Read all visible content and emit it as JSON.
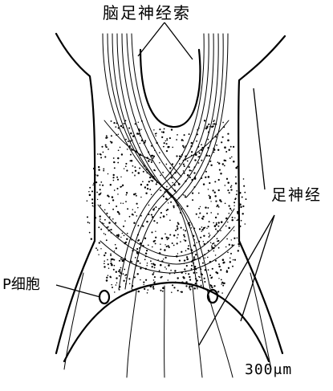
{
  "labels": {
    "cerebropedal_connective": "脑足神经索",
    "pedal_nerve": "足神经",
    "p_cell": "P细胞",
    "scale_bar": "300μm"
  },
  "colors": {
    "line": "#000000",
    "background": "#ffffff"
  }
}
